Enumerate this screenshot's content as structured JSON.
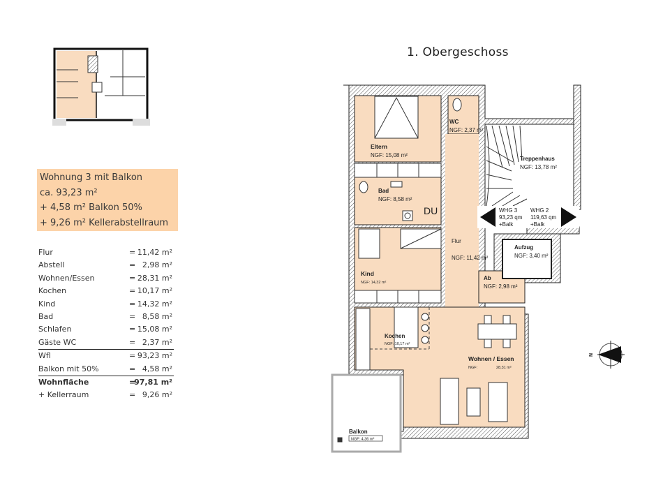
{
  "title": "1. Obergeschoss",
  "summary": {
    "line1": "Wohnung 3 mit Balkon",
    "line2": "ca. 93,23 m²",
    "line3": "+ 4,58 m² Balkon 50%",
    "line4": "+ 9,26 m² Kellerabstellraum",
    "background_color": "#fcd3a9"
  },
  "areas": [
    {
      "label": "Flur",
      "eq": "=",
      "value": "11,42 m²"
    },
    {
      "label": "Abstell",
      "eq": "=",
      "value": "2,98 m²"
    },
    {
      "label": "Wohnen/Essen",
      "eq": "=",
      "value": "28,31 m²"
    },
    {
      "label": "Kochen",
      "eq": "=",
      "value": "10,17 m²"
    },
    {
      "label": "Kind",
      "eq": "=",
      "value": "14,32 m²"
    },
    {
      "label": "Bad",
      "eq": "=",
      "value": "8,58 m²"
    },
    {
      "label": "Schlafen",
      "eq": "=",
      "value": "15,08 m²"
    },
    {
      "label": "Gäste WC",
      "eq": "=",
      "value": "2,37 m²"
    },
    {
      "label": "Wfl",
      "eq": "=",
      "value": "93,23 m²"
    },
    {
      "label": "Balkon mit 50%",
      "eq": "=",
      "value": "4,58 m²"
    },
    {
      "label": "Wohnfläche",
      "eq": "=",
      "value": "97,81 m²"
    },
    {
      "label": "+ Kellerraum",
      "eq": "=",
      "value": "9,26 m²"
    }
  ],
  "rooms": {
    "eltern": {
      "name": "Eltern",
      "area": "NGF: 15,08 m²"
    },
    "wc": {
      "name": "WC",
      "area": "NGF: 2,37 m²"
    },
    "treppenhaus": {
      "name": "Treppenhaus",
      "area": "NGF: 13,78 m²"
    },
    "bad": {
      "name": "Bad",
      "area": "NGF: 8,58 m²"
    },
    "du": {
      "name": "DU"
    },
    "flur": {
      "name": "Flur",
      "area": "NGF: 11,42 m²"
    },
    "aufzug": {
      "name": "Aufzug",
      "area": "NGF: 3,40 m²"
    },
    "kind": {
      "name": "Kind",
      "area": "NGF: 14,32 m²"
    },
    "ab": {
      "name": "Ab",
      "area": "NGF: 2,98 m²"
    },
    "kochen": {
      "name": "Kochen",
      "area": "NGF: 10,17 m²"
    },
    "wohnen": {
      "name": "Wohnen / Essen",
      "area_label": "NGF:",
      "area_value": "28,31 m²"
    },
    "balkon": {
      "name": "Balkon",
      "area": "NGF: 4,36 m²"
    }
  },
  "units": {
    "whg3": {
      "name": "WHG 3",
      "area": "93,23 qm",
      "extra": "+Balk"
    },
    "whg2": {
      "name": "WHG 2",
      "area": "119,63 qm",
      "extra": "+Balk"
    }
  },
  "compass": {
    "label": "N",
    "icon": "north-arrow-icon"
  },
  "colors": {
    "room_fill": "#f9dcc0",
    "wall": "#222222",
    "highlight": "#fcd3a9"
  }
}
